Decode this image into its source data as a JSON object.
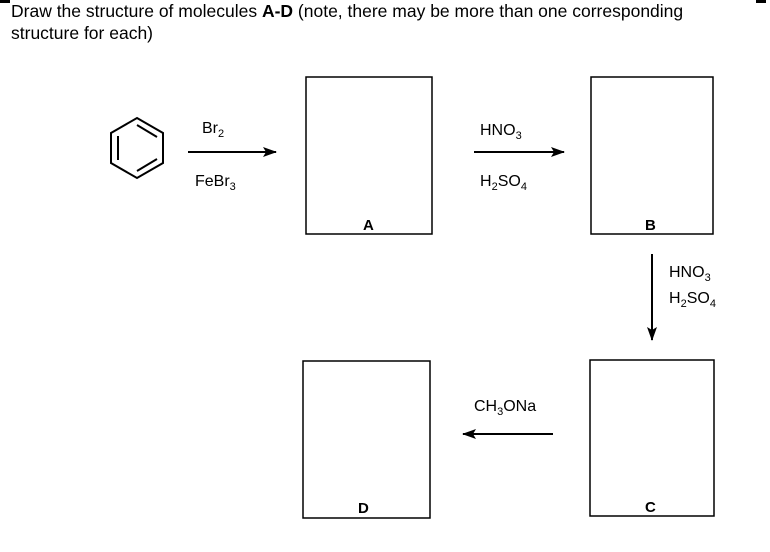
{
  "question": {
    "text_before_a": "Draw the structure of molecules ",
    "bold_range": "A-D",
    "text_after": " (note, there may be more than one corresponding structure for each)"
  },
  "starting_material": {
    "icon": "benzene-ring"
  },
  "steps": {
    "step1": {
      "top_reagent": {
        "base": "Br",
        "sub": "2"
      },
      "bottom_reagent": {
        "base": "FeBr",
        "sub": "3"
      }
    },
    "step2": {
      "top_reagent": {
        "base": "HNO",
        "sub": "3"
      },
      "bottom_reagent": {
        "pre": "H",
        "pre_sub": "2",
        "base": "SO",
        "sub": "4"
      }
    },
    "step3": {
      "top_reagent": {
        "base": "HNO",
        "sub": "3"
      },
      "bottom_reagent": {
        "pre": "H",
        "pre_sub": "2",
        "base": "SO",
        "sub": "4"
      }
    },
    "step4": {
      "reagent": {
        "pre": "CH",
        "pre_sub": "3",
        "base": "ONa"
      }
    }
  },
  "boxes": {
    "a": {
      "label": "A"
    },
    "b": {
      "label": "B"
    },
    "c": {
      "label": "C"
    },
    "d": {
      "label": "D"
    }
  }
}
